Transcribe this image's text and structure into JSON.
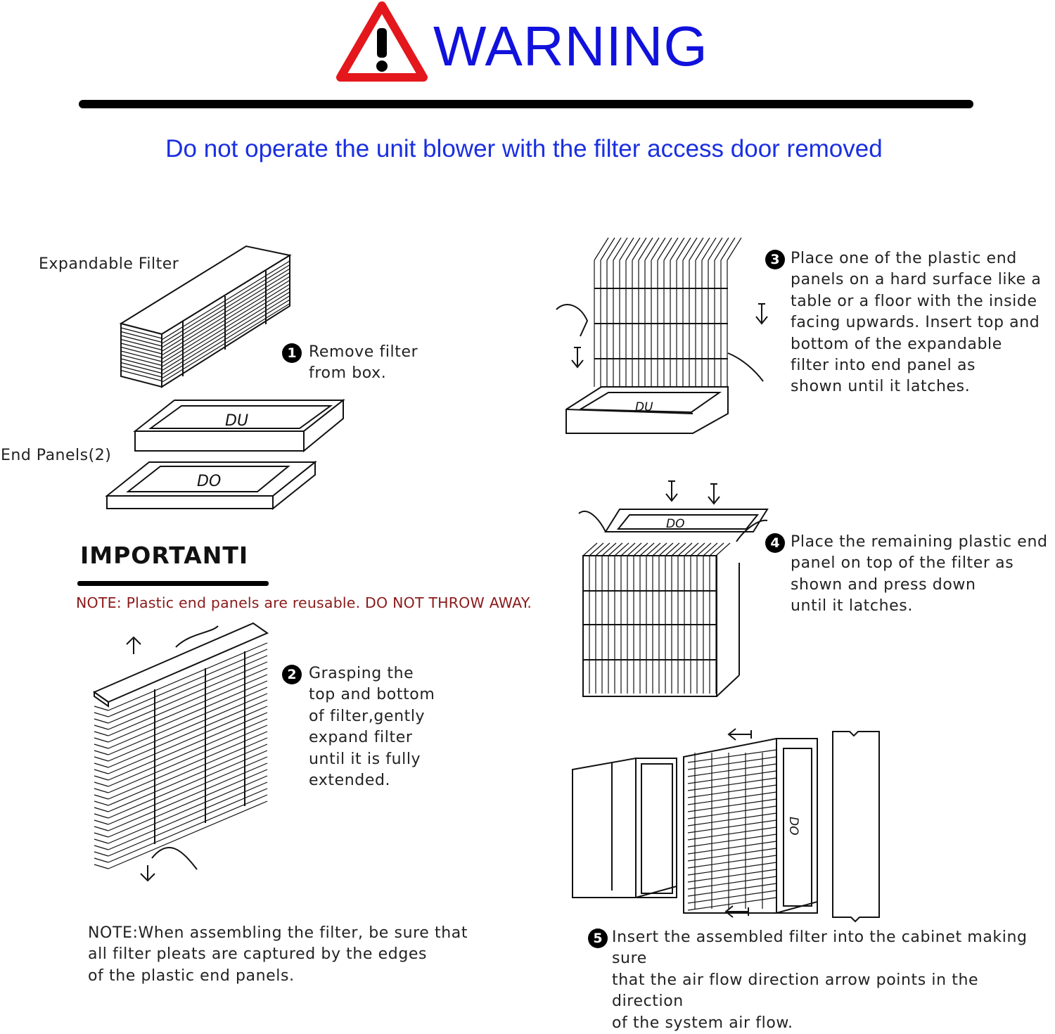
{
  "header": {
    "title": "WARNING",
    "title_color": "#1111dd",
    "subtitle": "Do not operate the unit blower with the filter access door removed",
    "subtitle_color": "#1a2fe0",
    "icon": "warning-triangle-icon",
    "icon_color": "#e3171c"
  },
  "labels": {
    "expandable_filter": "Expandable Filter",
    "end_panels": "End Panels(2)",
    "panel_mark_top": "DU",
    "panel_mark_bottom": "DO"
  },
  "important": {
    "heading": "IMPORTANTI",
    "note": "NOTE: Plastic end panels are reusable. DO NOT THROW AWAY.",
    "note_color": "#8b1a1a"
  },
  "steps": [
    {
      "num": "1",
      "text": "Remove filter\nfrom box."
    },
    {
      "num": "2",
      "text": "Grasping the\ntop and bottom\nof filter,gently\nexpand filter\nuntil it is fully\nextended."
    },
    {
      "num": "3",
      "text": "Place one of the plastic end\npanels on a hard surface like a\ntable or a floor with the inside\nfacing upwards. Insert top and\nbottom of the expandable\nfilter into end panel as\nshown until it latches."
    },
    {
      "num": "4",
      "text": "Place the remaining plastic end\npanel on top of the filter as\nshown and press down\nuntil it latches."
    },
    {
      "num": "5",
      "text": "Insert the assembled filter into the cabinet making sure\nthat the air flow direction arrow points in the direction\nof the system air flow."
    }
  ],
  "bottom_note": "NOTE:When assembling the filter, be sure that\nall filter pleats are captured by the edges\nof the plastic end panels."
}
